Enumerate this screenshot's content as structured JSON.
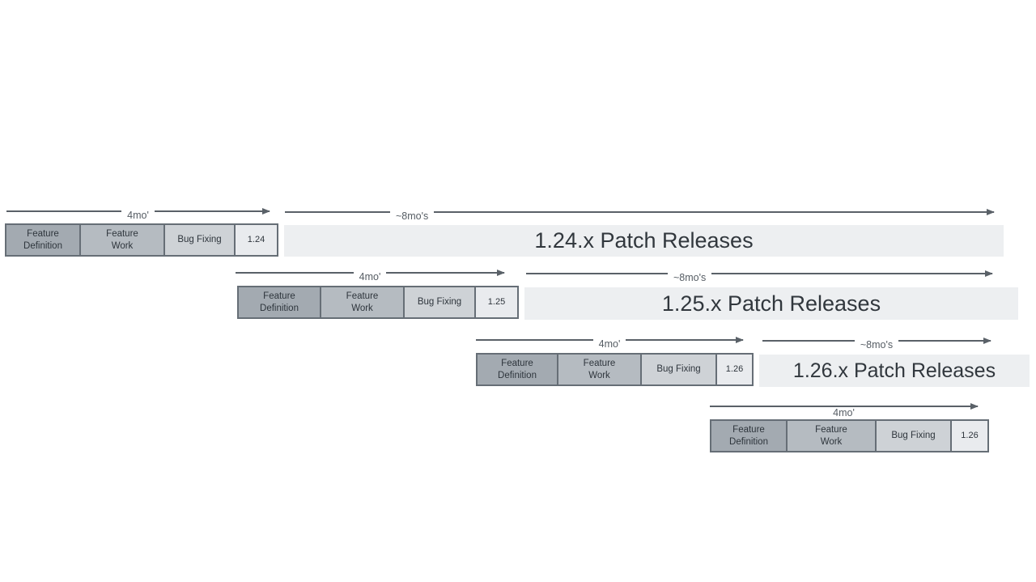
{
  "colors": {
    "phase_feature_definition": "#a3aab1",
    "phase_feature_work": "#b5bbc1",
    "phase_bug_fixing": "#ced2d6",
    "version_box": "#e9ebee",
    "patch_bar": "#edeff1",
    "box_border": "#666e76",
    "arrow": "#5a6168",
    "text": "#2e353c"
  },
  "rows": [
    {
      "id": "release-1.24",
      "dev_arrow_label": "4mo'",
      "patch_arrow_label": "~8mo's",
      "phases": [
        "Feature Definition",
        "Feature Work",
        "Bug Fixing"
      ],
      "version_label": "1.24",
      "patch_bar_label": "1.24.x Patch Releases"
    },
    {
      "id": "release-1.25",
      "dev_arrow_label": "4mo'",
      "patch_arrow_label": "~8mo's",
      "phases": [
        "Feature Definition",
        "Feature Work",
        "Bug Fixing"
      ],
      "version_label": "1.25",
      "patch_bar_label": "1.25.x Patch Releases"
    },
    {
      "id": "release-1.26",
      "dev_arrow_label": "4mo'",
      "patch_arrow_label": "~8mo's",
      "phases": [
        "Feature Definition",
        "Feature Work",
        "Bug Fixing"
      ],
      "version_label": "1.26",
      "patch_bar_label": "1.26.x Patch Releases"
    },
    {
      "id": "release-next",
      "dev_arrow_label": "4mo'",
      "phases": [
        "Feature Definition",
        "Feature Work",
        "Bug Fixing"
      ],
      "version_label": "1.26"
    }
  ]
}
